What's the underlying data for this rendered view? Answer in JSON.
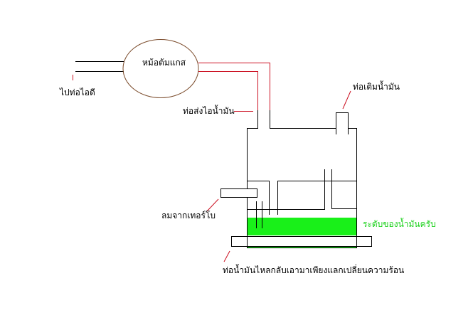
{
  "labels": {
    "boiler": "หม้อต้มแกส",
    "to_intake": "ไปท่อไอดี",
    "vapor_pipe": "ท่อส่งไอน้ำมัน",
    "fill_pipe": "ท่อเติมน้ำมัน",
    "turbo_air": "ลมจากเทอร์โบ",
    "oil_level": "ระดับของน้ำมันครับ",
    "return_pipe": "ท่อน้ำมันไหลกลับเอามาเพียงแลกเปลี่ยนความร้อน"
  },
  "colors": {
    "line": "#000000",
    "vapor_line": "#cc1122",
    "ellipse": "#7a4a2a",
    "oil": "#19f019",
    "oil_label": "#19d119"
  }
}
